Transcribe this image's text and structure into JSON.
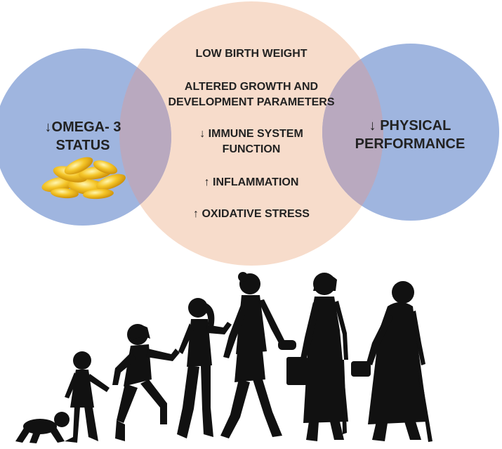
{
  "colors": {
    "left_circle": "#9fb5df",
    "center_circle": "#f7dccb",
    "right_circle": "#9fb5df",
    "text": "#222222",
    "silhouette": "#111111",
    "capsule": "#f2c12e"
  },
  "left": {
    "line1": "↓OMEGA- 3",
    "line2": "STATUS",
    "icon": "fish-oil-capsules-icon"
  },
  "center": {
    "effects": [
      {
        "lines": [
          "LOW BIRTH WEIGHT"
        ]
      },
      {
        "lines": [
          "ALTERED GROWTH AND",
          "DEVELOPMENT PARAMETERS"
        ]
      },
      {
        "lines": [
          "↓ IMMUNE SYSTEM",
          "FUNCTION"
        ]
      },
      {
        "lines": [
          "↑ INFLAMMATION"
        ]
      },
      {
        "lines": [
          "↑ OXIDATIVE STRESS"
        ]
      }
    ]
  },
  "right": {
    "line1": "↓ PHYSICAL",
    "line2": "PERFORMANCE"
  },
  "lifecycle": {
    "stages": [
      "baby-crawling-icon",
      "toddler-icon",
      "child-running-icon",
      "girl-icon",
      "young-woman-icon",
      "adult-woman-icon",
      "elderly-woman-icon"
    ]
  }
}
